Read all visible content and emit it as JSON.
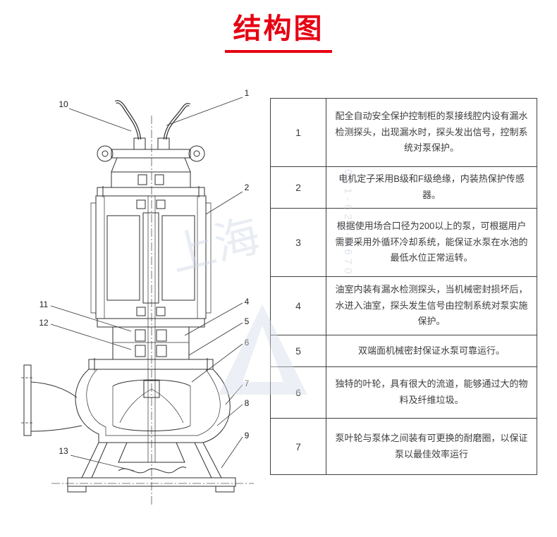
{
  "header": {
    "title": "结构图"
  },
  "table": {
    "rows": [
      {
        "num": "1",
        "desc": "配全自动安全保护控制柜的泵接线腔内设有漏水检测探头，出现漏水时，探头发出信号，控制系统对泵保护。"
      },
      {
        "num": "2",
        "desc": "电机定子采用B级和F级绝缘，内装热保护传感器。"
      },
      {
        "num": "3",
        "desc": "根据使用场合口径为200以上的泵，可根据用户需要采用外循环冷却系统，能保证水泵在水池的最低水位正常运转。"
      },
      {
        "num": "4",
        "desc": "油室内装有漏水检测探头，当机械密封损坏后，水进入油室，探头发生信号由控制系统对泵实施保护。"
      },
      {
        "num": "5",
        "desc": "双端面机械密封保证水泵可靠运行。"
      },
      {
        "num": "6",
        "desc": "独特的叶轮，具有很大的流道，能够通过大的物料及纤维垃圾。"
      },
      {
        "num": "7",
        "desc": "泵叶轮与泵体之间装有可更换的耐磨圈，以保证泵以最佳效率运行"
      }
    ]
  },
  "diagram": {
    "callouts": {
      "n1": "1",
      "n2": "2",
      "n4": "4",
      "n5": "5",
      "n6": "6",
      "n7": "7",
      "n8": "8",
      "n9": "9",
      "n10": "10",
      "n11": "11",
      "n12": "12",
      "n13": "13"
    }
  },
  "watermark": {
    "brand": "上海",
    "phone": "021-620-6670"
  }
}
